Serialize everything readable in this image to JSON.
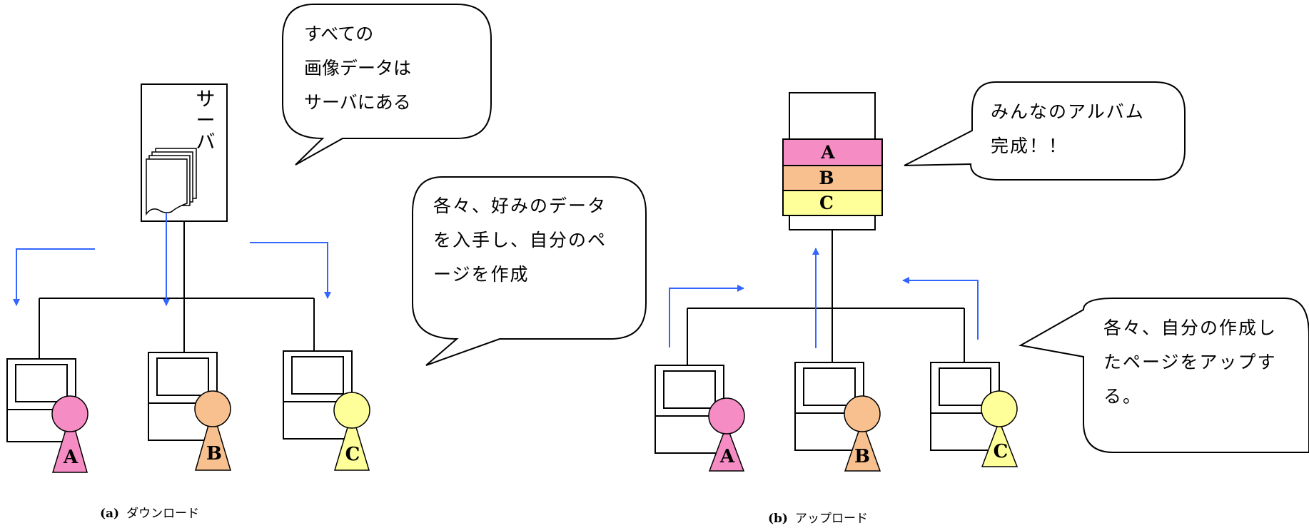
{
  "colors": {
    "pink": "#F58CC3",
    "orange": "#F7C08E",
    "yellow": "#FFFF99",
    "arrow": "#3366FF"
  },
  "panel_a": {
    "caption_label": "(a)",
    "caption_text": "ダウンロード",
    "server_label": [
      "サ",
      "ー",
      "バ"
    ],
    "callout_server": [
      "すべての",
      "画像データは",
      "サーバにある"
    ],
    "callout_each": [
      "各々、好みのデータ",
      "を入手し、自分のペ",
      "ージを作成"
    ],
    "users": [
      "A",
      "B",
      "C"
    ]
  },
  "panel_b": {
    "caption_label": "(b)",
    "caption_text": "アップロード",
    "album_sections": [
      "A",
      "B",
      "C"
    ],
    "callout_album": [
      "みんなのアルバム",
      "完成！！"
    ],
    "callout_upload": [
      "各々、自分の作成し",
      "たページをアップす",
      "る。"
    ],
    "users": [
      "A",
      "B",
      "C"
    ]
  }
}
